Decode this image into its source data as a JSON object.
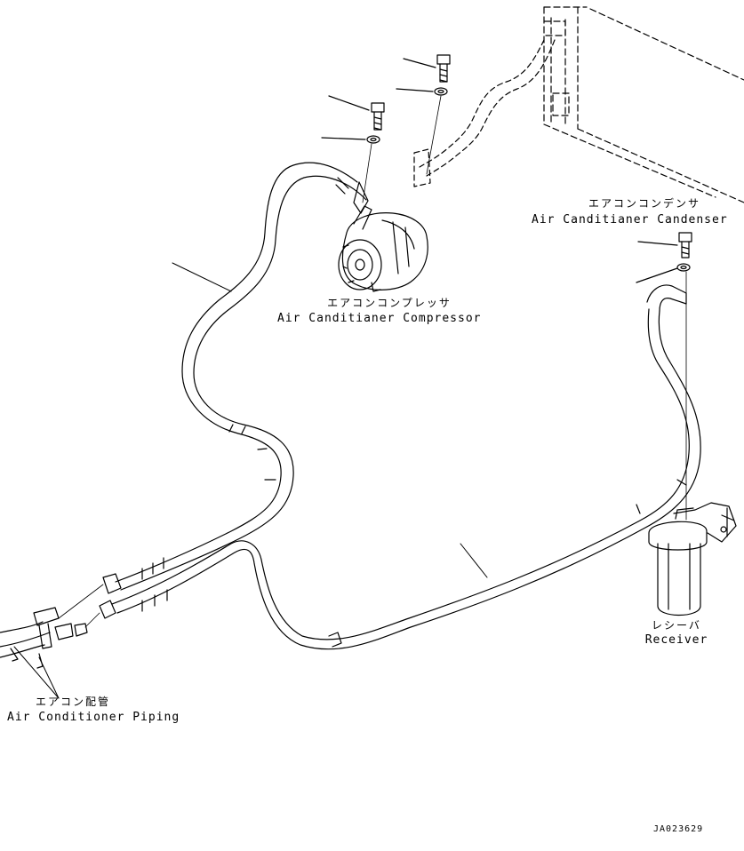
{
  "labels": {
    "condenser": {
      "jp": "エアコンコンデンサ",
      "en": "Air Canditianer Candenser"
    },
    "compressor": {
      "jp": "エアコンコンプレッサ",
      "en": "Air Canditianer Compressor"
    },
    "receiver": {
      "jp": "レシーバ",
      "en": "Receiver"
    },
    "piping": {
      "jp": "エアコン配管",
      "en": "Air Conditioner Piping"
    }
  },
  "drawing_code": "JA023629",
  "colors": {
    "line": "#000000",
    "background": "#ffffff"
  }
}
